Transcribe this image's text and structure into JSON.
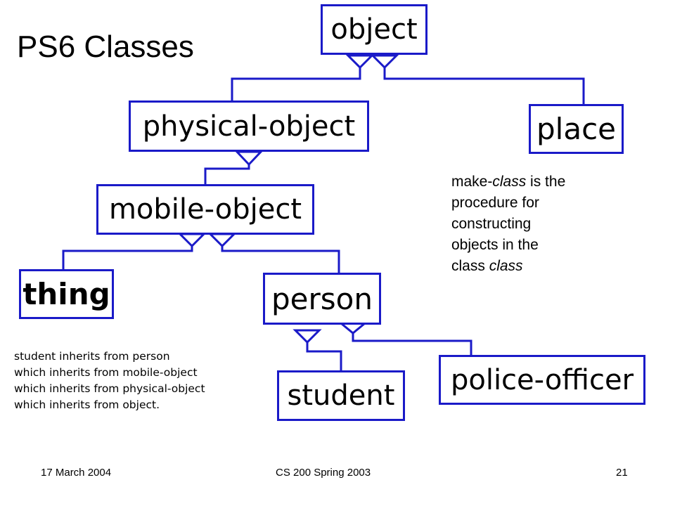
{
  "slide": {
    "title": "PS6 Classes",
    "colors": {
      "class_border": "#1a1ac8",
      "text": "#000000"
    }
  },
  "classes": {
    "object": "object",
    "physical_object": "physical-object",
    "place": "place",
    "mobile_object": "mobile-object",
    "thing": "thing",
    "person": "person",
    "student": "student",
    "police_officer": "police-officer"
  },
  "note": {
    "line1_prefix": "make-",
    "line1_italic": "class",
    "line1_suffix": " is the",
    "line2": "procedure for",
    "line3": "constructing",
    "line4": "objects in the",
    "line5_prefix": "class ",
    "line5_italic": "class"
  },
  "inheritance_text": [
    "student inherits from person",
    "which inherits from mobile-object",
    "which inherits from physical-object",
    "which inherits from object."
  ],
  "footer": {
    "date": "17 March 2004",
    "course": "CS 200 Spring 2003",
    "page": "21"
  }
}
